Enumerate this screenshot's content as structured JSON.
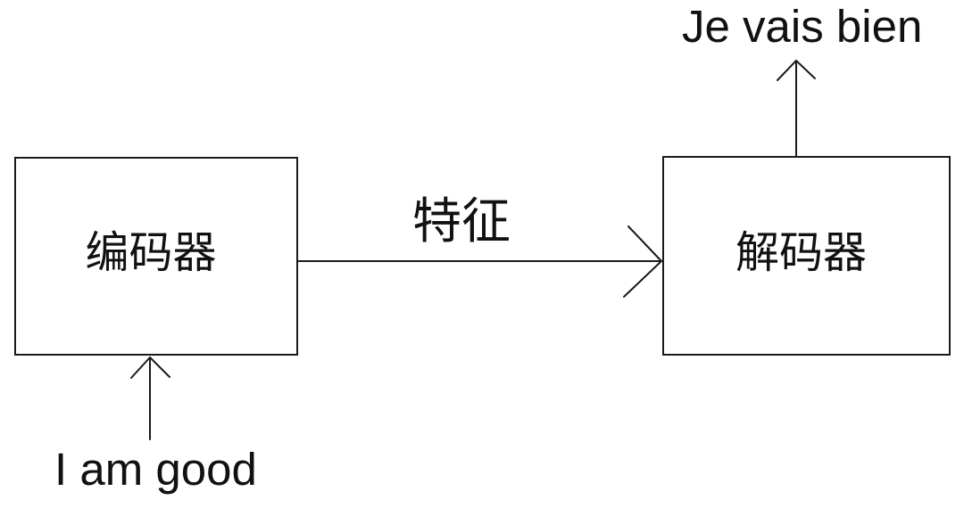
{
  "diagram": {
    "title": "encoder-decoder translation diagram",
    "nodes": {
      "encoder": {
        "label": "编码器"
      },
      "decoder": {
        "label": "解码器"
      }
    },
    "edges": {
      "feature_arrow": {
        "label": "特征",
        "from": "encoder",
        "to": "decoder",
        "direction": "right"
      },
      "input_arrow": {
        "from": "input_text",
        "to": "encoder",
        "direction": "up"
      },
      "output_arrow": {
        "from": "decoder",
        "to": "output_text",
        "direction": "up"
      }
    },
    "input_text": "I am good",
    "output_text": "Je vais bien",
    "colors": {
      "background": "#ffffff",
      "stroke": "#1a1a1a",
      "text": "#111111"
    }
  }
}
